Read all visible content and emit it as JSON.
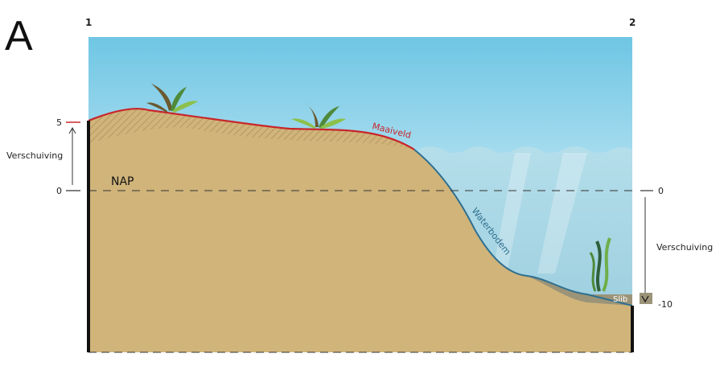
{
  "panel_letter": "A",
  "profile_ends": {
    "left": "1",
    "right": "2"
  },
  "left_axis": {
    "tick_top": "5",
    "tick_zero": "0",
    "shift_label": "Verschuiving"
  },
  "right_axis": {
    "tick_zero": "0",
    "tick_bottom": "-10",
    "shift_label": "Verschuiving"
  },
  "reference_label": "NAP",
  "surface_labels": {
    "land": "Maaiveld",
    "water": "Waterbodem",
    "sediment": "Slib"
  },
  "colors": {
    "sky_top": "#6fc6e4",
    "sky_bottom": "#ffffff",
    "water": "#a9d7e6",
    "soil": "#d0b47a",
    "maaiveld_line": "#c8262a",
    "waterbodem_line": "#2f6f8f",
    "slib": "#9b9478"
  }
}
